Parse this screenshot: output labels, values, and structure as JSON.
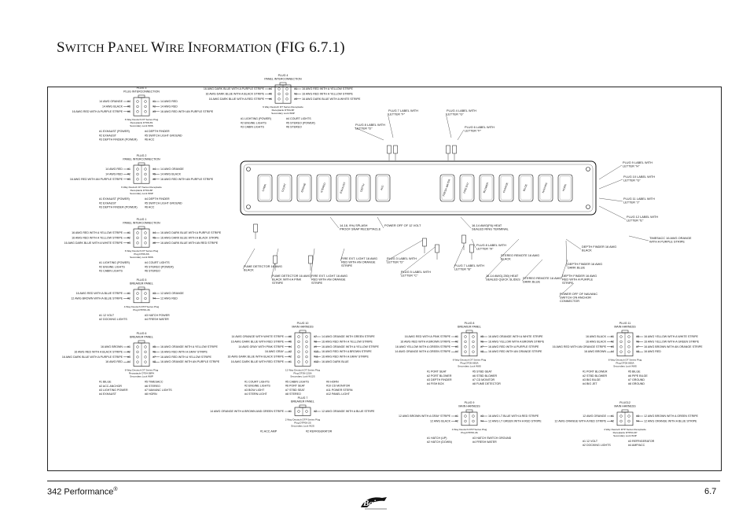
{
  "page": {
    "title_first": "S",
    "title_small": "WITCH ",
    "title_p": "P",
    "title_small2": "ANEL ",
    "title_w": "W",
    "title_small3": "IRE ",
    "title_i": "I",
    "title_small4": "NFORMATION",
    "title_fig": " (FIG 6.7.1)",
    "footer_left": "342 Performance",
    "footer_reg": "®",
    "footer_right": "6.7"
  },
  "plugs": {
    "plug3": {
      "title": "PLUG 3",
      "sub": "PLUG INTERCONNECTION",
      "wires_left": [
        "14 AWG ORANGE",
        "14 AWG BLACK",
        "16 AWG RED WITH A PURPLE STRIPE"
      ],
      "pins_left": [
        "#4",
        "#5",
        "#6"
      ],
      "pins_right": [
        "#1",
        "#2",
        "#3"
      ],
      "wires_right": [
        "14 AWG RED",
        "14 AWG RED",
        "16 AWG RED WITH AN PURPLE STRIPE"
      ],
      "spec": [
        "6 Way Deutsch DT Series Plug",
        "Receptacle DT06-6S",
        "Secondary Lock W6S"
      ],
      "list": [
        "#1 EXHAUST (POWER)",
        "#2 EXHAUST",
        "#3 DEPTH FINDER (POWER)",
        "#4 DEPTH FINDER",
        "#5 SWITCH LIGHT GROUND",
        "#6 ACC"
      ]
    },
    "plug2": {
      "title": "PLUG 2",
      "sub": "PANEL INTERCONNECTION",
      "wires_left": [
        "14 AWG RED",
        "14 AWG RED",
        "16 AWG RED WITH AN PURPLE STRIPE"
      ],
      "pins_left": [
        "#1",
        "#2",
        "#3"
      ],
      "pins_right": [
        "#4",
        "#5",
        "#6"
      ],
      "wires_right": [
        "14 AWG ORANGE",
        "14 AWG BLACK",
        "16 AWG RED WITH AN PURPLE STRIPE"
      ],
      "spec": [
        "6 Way Deutsch DT Series Receptacle",
        "Receptacle DT04-6P",
        "Secondary Lock W6P"
      ],
      "list": [
        "#1 EXHAUST (POWER)",
        "#2 EXHAUST",
        "#3 DEPTH FINDER (POWER)",
        "#4 DEPTH FINDER",
        "#5 SWITCH LIGHT GROUND",
        "#6 ACC"
      ]
    },
    "plug1": {
      "title": "PLUG 1",
      "sub": "PANEL INTERCONNECTION",
      "wires_left": [
        "16 AWG RED WITH A YELLOW STRIPE",
        "16 AWG RED WITH A YELLOW STRIPE",
        "16 AWG DARK BLUE WITH A WHITE STRIPE"
      ],
      "pins_left": [
        "#1",
        "#2",
        "#3"
      ],
      "pins_right": [
        "#4",
        "#5",
        "#6"
      ],
      "wires_right": [
        "16 AWG DARK BLUE WITH A PURPLE STRIPE",
        "16 AWG DARK BLUE WITH A BLACK STRIPE",
        "16 AWG DARK BLUE WITH AN RED STRIPE"
      ],
      "spec": [
        "6 Way Deutsch DT Series Plug",
        "Plug DT06-6S",
        "Secondary Lock W6S"
      ],
      "list": [
        "#1 LIGHTING (POWER)",
        "#2 ENGINE LIGHTS",
        "#3 CABIN LIGHTS",
        "#4 COURT LIGHTS",
        "#5 STEREO (POWER)",
        "#6 STEREO"
      ]
    },
    "plug5": {
      "title": "PLUG 5",
      "sub": "BREAKER PANEL",
      "wires_left": [
        "16 AWG RED WITH A BLUE STRIPE",
        "12 AWG BROWN WITH A BLUE STRIPE"
      ],
      "pins_left": [
        "#1",
        "#2"
      ],
      "pins_right": [
        "#3",
        "#4"
      ],
      "wires_right": [
        "12 AWG ORANGE",
        "12 AWG RED"
      ],
      "spec": [
        "4 Way Deutsch DTP Series Plug",
        "Plug DTP06-4S"
      ],
      "list": [
        "#1 12 VOLT",
        "#2 DOCKING LIGHTS",
        "#3 HATCH POWER",
        "#4 FRESH WATER"
      ]
    },
    "plug6": {
      "title": "PLUG 6",
      "sub": "BREAKER PANEL",
      "wires_left": [
        "16 AWG BROWN",
        "16 AWG RED WITH A BLACK STRIPE",
        "16 AWG DARK BLUE WITH A PURPLE STRIPE",
        "16 AWG RED"
      ],
      "pins_left": [
        "#1",
        "#2",
        "#3",
        "#4"
      ],
      "pins_right": [
        "#5",
        "#6",
        "#7",
        "#8"
      ],
      "wires_right": [
        "16 AWG ORANGE WITH A YELLOW STRIPE",
        "16 AWG RED WITH A GRAY STRIPE",
        "16 AWG RED WITH A YELLOW STRIPE",
        "16 AWG ORANGE WITH AN PURPLE STRIPE"
      ],
      "spec": [
        "8 Way Deutsch DT Series Plug",
        "Receptacle DT04-08PA",
        "Secondary Lock W8P"
      ],
      "list": [
        "#1 BILGE",
        "#2 ACC.ANCHOR",
        "#3 LIGHTING POWER",
        "#4 EXHAUST",
        "#5 TIMESACC",
        "#6 STEREO",
        "#7 NAV/ANC LIGHTS",
        "#8 HORN"
      ]
    },
    "plug4": {
      "title": "PLUG 4",
      "sub": "PANEL INTERCONNECTION",
      "wires_left": [
        "16 AWG DARK BLUE WITH A PURPLE STRIPE",
        "16 AWG DARK BLUE WITH A BLACK STRIPE",
        "16 AWG DARK BLUE WITH A RED STRIPE"
      ],
      "pins_left": [
        "#4",
        "#5",
        "#6"
      ],
      "pins_right": [
        "#1",
        "#2",
        "#3"
      ],
      "wires_right": [
        "16 AWG RED WITH A YELLOW STRIPE",
        "16 AWG RED WITH A YELLOW STRIPE",
        "16 AWG DARK BLUE WITH A WHITE STRIPE"
      ],
      "spec": [
        "6 Way Deutsch DT Series Receptacle",
        "Receptacle DT04-6P",
        "Secondary Lock W6P"
      ],
      "list": [
        "#1 LIGHTING (POWER)",
        "#2 ENGINE LIGHTS",
        "#3 CABIN LIGHTS",
        "#4 COURT LIGHTS",
        "#5 STEREO (POWER)",
        "#6 STEREO"
      ]
    },
    "plug10": {
      "title": "PLUG 10",
      "sub": "MAIN HARNESS",
      "wires_left": [
        "14 AWG ORANGE WITH WHITE STRIPE",
        "16 AWG DARK BLUE WITH RED STRIPE",
        "14 AWG GRAY WITH PINK STRIPE",
        "16 AWG GRAY",
        "16 AWG DARK BLUE WITH BLACK STRIPE",
        "16 AWG DARK BLUE WITH RED STRIPE"
      ],
      "pins_left": [
        "#6",
        "#5",
        "#4",
        "#3",
        "#2",
        "#1"
      ],
      "pins_right": [
        "#7",
        "#8",
        "#9",
        "#10",
        "#11",
        "#12"
      ],
      "wires_right": [
        "14 AWG ORANGE WITH GREEN STRIPE",
        "16 AWG RED WITH A YELLOW STRIPE",
        "16 AWG ORANGE WITH A YELLOW STRIPE",
        "16 AWG RED WITH A BROWN STRIPE",
        "16 AWG RED WITH A GRAY STRIPE",
        "16 AWG DARK BLUE"
      ],
      "spec": [
        "12 Way Deutsch DT Series Plug",
        "Plug DT06-12SA",
        "Secondary Lock W12S"
      ],
      "list": [
        "#1 COURT LIGHTS",
        "#2 ENGINE LIGHTS",
        "#3 BOW LIGHT",
        "#4 STERN LIGHT",
        "#5 CABIN LIGHTS",
        "#6 PORT SEAT",
        "#7 STBD SEAT",
        "#8 STEREO",
        "#9 HORN",
        "#10 CD MONITOR",
        "#11 POWER STERN",
        "#12 PANEL LIGHT"
      ]
    },
    "plug7": {
      "title": "PLUG 7",
      "sub": "BREAKER PANEL",
      "wires_left": [
        "14 AWG ORANGE WITH A BROWN AND GREEN STRIPE"
      ],
      "pins_left": [
        "#1"
      ],
      "pins_right": [
        "#2"
      ],
      "wires_right": [
        "12 AWG ORANGE WITH A BLUE STRIPE"
      ],
      "spec": [
        "2 Way Deutsch DTP Series Plug",
        "Plug DTP06-2S",
        "Secondary Lock W2S"
      ],
      "list": [
        "#1 ACC.AMP",
        "#2 REFRIGERATOR"
      ]
    },
    "plug8": {
      "title": "PLUG 8",
      "sub": "BREAKER PANEL",
      "wires_left": [
        "16 AWG RED WITH A PINK STRIPE",
        "16 AWG RED WITH A BROWN STRIPE",
        "16 AWG YELLOW WITH A GREEN STRIPE",
        "14 AWG ORANGE WITH A GREEN STRIPE"
      ],
      "pins_left": [
        "#1",
        "#2",
        "#3",
        "#4"
      ],
      "pins_right": [
        "#5",
        "#6",
        "#7",
        "#8"
      ],
      "wires_right": [
        "16 AWG ORANGE WITH A WHITE STRIPE",
        "16 AWG YELLOW WITH A BROWN STRIPE",
        "16 AWG RED WITH A PURPLE STRIPE",
        "16 AWG RED WITH AN ORANGE STRIPE"
      ],
      "spec": [
        "8 Way Deutsch DT Series Plug",
        "Plug DT06-08SA",
        "Secondary Lock W8S"
      ],
      "list": [
        "#1 PORT SEAT",
        "#2 PORT BLOWER",
        "#3 DEPTH FINDER",
        "#4 FISH BOX",
        "#5 STBD SEAT",
        "#6 STBD BLOWER",
        "#7 CD MONITOR",
        "#8 FUME DETECTOR"
      ]
    },
    "plug9": {
      "title": "PLUG 9",
      "sub": "MAIN HARNESS",
      "wires_left": [
        "12 AWG BROWN WITH A GRAY STRIPE",
        "12 AWG BLACK"
      ],
      "pins_left": [
        "#1",
        "#2"
      ],
      "pins_right": [
        "#3",
        "#4"
      ],
      "wires_right": [
        "16 AWG LT BLUE WITH A RED STRIPE",
        "12 AWG LT GREEN WITH A RED STRIPE"
      ],
      "spec": [
        "4 Way Deutsch DTP Series Plug",
        "Plug DTP06-4S"
      ],
      "list": [
        "#1 HATCH (UP)",
        "#2 HATCH (DOWN)",
        "#3 HATCH SWITCH GROUND",
        "#4 FRESH WATER"
      ]
    },
    "plug11": {
      "title": "PLUG 11",
      "sub": "MAIN HARNESS",
      "wires_left": [
        "16 AWG BLACK",
        "16 AWG BLACK",
        "16 AWG RED WITH AN ORANGE STRIPE",
        "16 AWG BROWN"
      ],
      "pins_left": [
        "#1",
        "#2",
        "#3",
        "#4"
      ],
      "pins_right": [
        "#5",
        "#6",
        "#7",
        "#8"
      ],
      "wires_right": [
        "16 AWG YELLOW WITH A WHITE STRIPE",
        "16 AWG YELLOW WITH A GREEN STRIPE",
        "16 AWG BROWN WITH AN ORANGE STRIPE",
        "16 AWG RED"
      ],
      "spec": [
        "8 Way Deutsch DT Series Plug",
        "Plug DT06-08SA",
        "Secondary Lock W8S"
      ],
      "list": [
        "#1 PORT BLOWER",
        "#2 STBD BLOWER",
        "#3 BIG BILGE",
        "#4 BIG JET",
        "#5 BILGE",
        "#6 PIPE BILGE",
        "#7 GROUND",
        "#8 GROUND"
      ]
    },
    "plug12": {
      "title": "PLUG12",
      "sub": "MAIN HARNESS",
      "wires_left": [
        "12 AWG ORANGE",
        "12 AWG ORANGE WITH A RED STRIPE"
      ],
      "pins_left": [
        "#1",
        "#2"
      ],
      "pins_right": [
        "#3",
        "#4"
      ],
      "wires_right": [
        "12 AWG BROWN WITH A GREEN STRIPE",
        "12 AWG ORANGE WITH A BLUE STRIPE"
      ],
      "spec": [
        "4 Way Deutsch DTP Series Receptacle",
        "Receptacle DTP04-4P",
        "Secondary Lock W4P"
      ],
      "list": [
        "#1 12 VOLT",
        "#2 DOCKING LIGHTS",
        "#3 REFRIGERATOR",
        "#4 AMP/ACC"
      ]
    }
  },
  "panel": {
    "callouts": [
      "PLUG 7 LABEL WITH LETTER \"F\"",
      "PLUG 8 LABEL WITH LETTER \"D\"",
      "PLUG 4 LABEL WITH LETTER \"G\"",
      "PLUG 6 LABEL WITH LETTER \"F\"",
      "PLUG 9 LABEL WITH LETTER \"H\"",
      "PLUG 10 LABEL WITH LETTER \"G\"",
      "PLUG 11 LABEL WITH LETTER \"J\"",
      "PLUG 12 LABEL WITH LETTER \"E\"",
      "14-18, 9%) SPLASH PROOF SNAP RECEPTACLE",
      "POWER OFF OF 12 VOLT",
      "16-14 AWG(F6) HEAT SEALED RING TERMINAL",
      "FUME DETECTOR 16 AWG BLACK",
      "FIRE EXT. LIGHT 16 AWG RED WITH AN ORANGE STRIPE",
      "FUME DETECTOR 16 AWG BLACK WITH A PINK STRIPE",
      "FIRE EXT. LIGHT 16 AWG RED WITH AN ORANGE STRIPE",
      "PLUG 3 LABEL WITH LETTER \"D\"",
      "PLUG 5 LABEL WITH LETTER \"C\"",
      "PLUG 7 LABEL WITH LETTER \"B\"",
      "PLUG 8 LABEL WITH LETTER \"A\"",
      "STEREO REMOTE 16 AWG BLACK",
      "DEPTH FINDER 16 AWG BLACK",
      "DEPTH FINDER 16 AWG DARK BLUE",
      "TIMESACC 16 AWG ORANGE WITH A PURPLE STRIPE",
      "16-14 AWG(.250) HEAT SEALED QUICK SLIDES",
      "STEREO REMOTE 16 AWG DARK BLUE",
      "DEPTH FINDER 16 AWG RED WITH A PURPLE STRIPE",
      "POWER OFF OF NAV/ANC SWITCH ON ANCHOR CONNECTOR"
    ],
    "switches": [
      "CABIN",
      "COURT",
      "ENGINE",
      "STEREO",
      "EXHAUST",
      "DEPTH",
      "ACC",
      "FRESH WATER",
      "FIRE EXT.",
      "BLOWER",
      "CHARGE",
      "BILGE",
      "NAV/ANC",
      "HORN"
    ]
  }
}
